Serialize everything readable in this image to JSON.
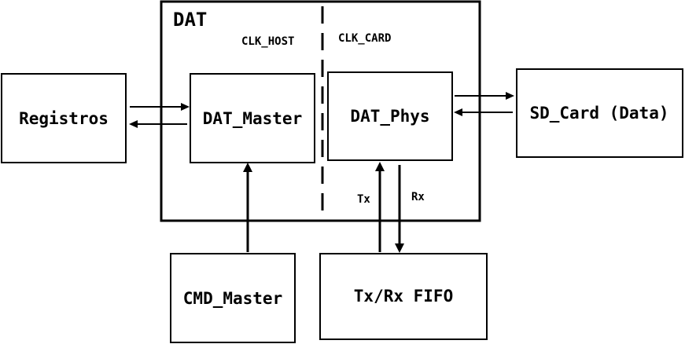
{
  "diagram": {
    "container_title": "DAT",
    "clock_domains": {
      "host": "CLK_HOST",
      "card": "CLK_CARD"
    },
    "blocks": {
      "registros": "Registros",
      "dat_master": "DAT_Master",
      "dat_phys": "DAT_Phys",
      "sd_card": "SD_Card (Data)",
      "cmd_master": "CMD_Master",
      "fifo": "Tx/Rx FIFO"
    },
    "signals": {
      "tx": "Tx",
      "rx": "Rx"
    }
  }
}
